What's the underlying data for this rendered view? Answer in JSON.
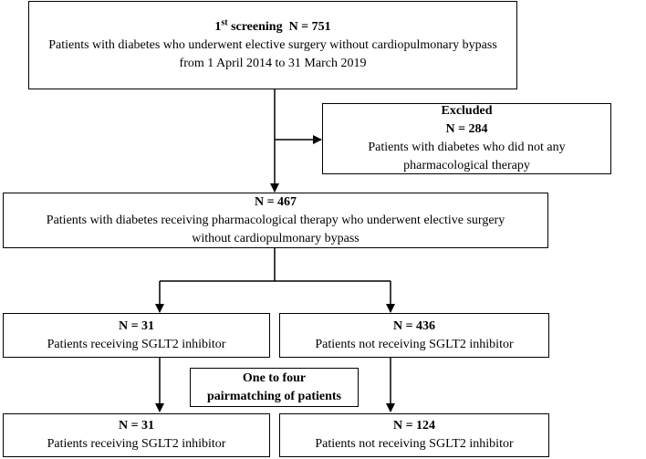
{
  "screening": {
    "count_prefix": "1",
    "count_sup": "st",
    "count_rest": " screening  N = 751",
    "line1": "Patients with diabetes who underwent elective surgery without cardiopulmonary bypass",
    "line2": "from 1 April 2014 to 31 March 2019"
  },
  "excluded": {
    "title": "Excluded",
    "count": "N = 284",
    "line1": "Patients with diabetes who did not any",
    "line2": "pharmacological therapy"
  },
  "included": {
    "count": "N = 467",
    "line1": "Patients with diabetes receiving pharmacological therapy who underwent elective surgery",
    "line2": "without cardiopulmonary bypass"
  },
  "sglt2_group": {
    "count": "N = 31",
    "label": "Patients receiving SGLT2 inhibitor"
  },
  "non_sglt2_group": {
    "count": "N = 436",
    "label": "Patients not receiving SGLT2 inhibitor"
  },
  "matching": {
    "line1": "One to four",
    "line2": "pairmatching of patients"
  },
  "sglt2_matched": {
    "count": "N = 31",
    "label": "Patients receiving SGLT2 inhibitor"
  },
  "non_sglt2_matched": {
    "count": "N = 124",
    "label": "Patients not receiving SGLT2 inhibitor"
  }
}
